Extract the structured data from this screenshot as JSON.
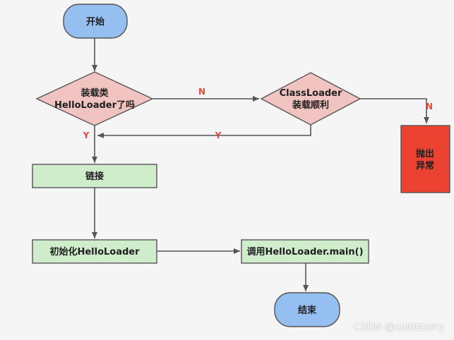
{
  "nodes": {
    "start": "开始",
    "is_loaded": [
      "装载类",
      "HelloLoader了吗"
    ],
    "classloader_ok": [
      "ClassLoader",
      "装载顺利"
    ],
    "throw_exception": [
      "抛出",
      "异常"
    ],
    "link": "链接",
    "init": "初始化HelloLoader",
    "call_main": "调用HelloLoader.main()",
    "end": "结束"
  },
  "edges": {
    "loaded_no": "N",
    "loaded_yes": "Y",
    "classloader_no": "N",
    "classloader_yes": "Y"
  },
  "watermark": "CSDN @coldstarry",
  "colors": {
    "terminal": "#94bff0",
    "decision": "#f2c4c1",
    "process": "#cfeccb",
    "exception": "#ec4232",
    "stroke": "#555555",
    "edge_label": "#e24b3b"
  }
}
